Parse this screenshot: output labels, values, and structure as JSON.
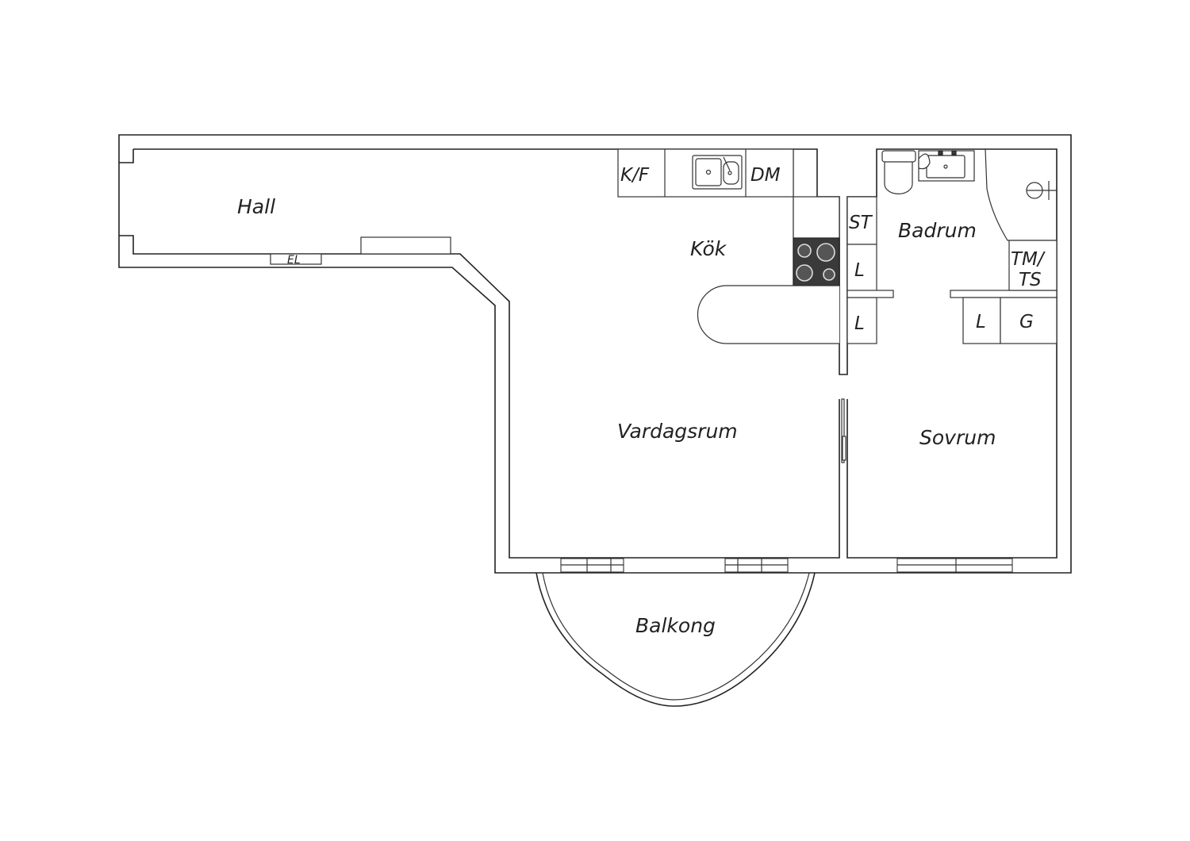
{
  "rooms": {
    "hall": "Hall",
    "kok": "Kök",
    "badrum": "Badrum",
    "vardagsrum": "Vardagsrum",
    "sovrum": "Sovrum",
    "balkong": "Balkong"
  },
  "appliances": {
    "kf": "K/F",
    "dm": "DM",
    "st": "ST",
    "l1": "L",
    "l2": "L",
    "l3": "L",
    "g": "G",
    "tm": "TM/",
    "ts": "TS",
    "el": "EL"
  }
}
